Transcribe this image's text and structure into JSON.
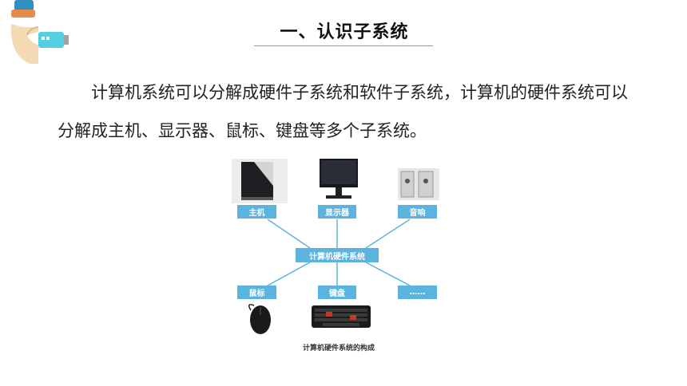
{
  "title": "一、认识子系统",
  "paragraph": "计算机系统可以分解成硬件子系统和软件子系统，计算机的硬件系统可以分解成主机、显示器、鼠标、键盘等多个子系统。",
  "diagram": {
    "center": "计算机硬件系统",
    "nodes": {
      "host": "主机",
      "monitor": "显示器",
      "speaker": "音响",
      "mouse": "鼠标",
      "keyboard": "键盘",
      "more": "……"
    },
    "caption": "计算机硬件系统的构成"
  }
}
